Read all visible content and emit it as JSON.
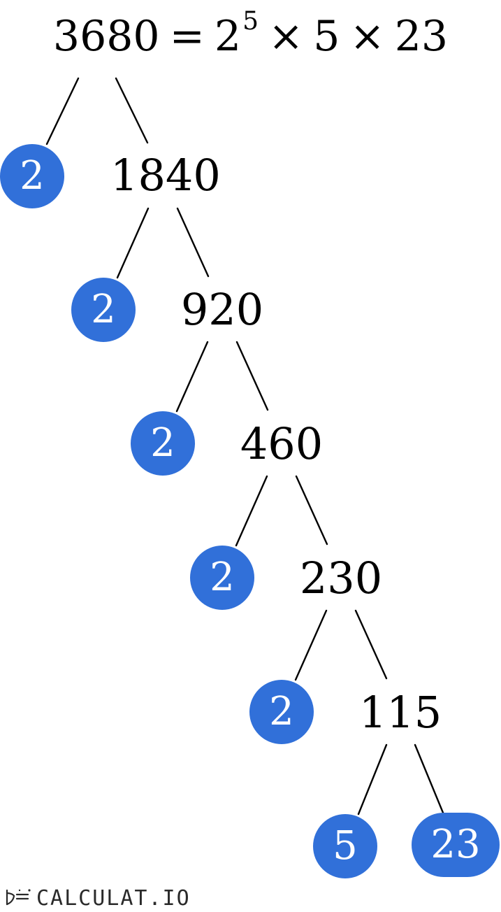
{
  "equation": {
    "number": "3680",
    "equals": "=",
    "base": "2",
    "exponent": "5",
    "times1": "×",
    "factor2": "5",
    "times2": "×",
    "factor3": "23"
  },
  "colors": {
    "prime_fill": "#3170d9",
    "prime_text": "#ffffff",
    "line": "#000000"
  },
  "tree": {
    "composites": [
      "1840",
      "920",
      "460",
      "230",
      "115"
    ],
    "primes": [
      "2",
      "2",
      "2",
      "2",
      "2",
      "5",
      "23"
    ]
  },
  "logo": {
    "text": "CALCULAT.IO",
    "icon": "calculat-io-logo-icon"
  }
}
